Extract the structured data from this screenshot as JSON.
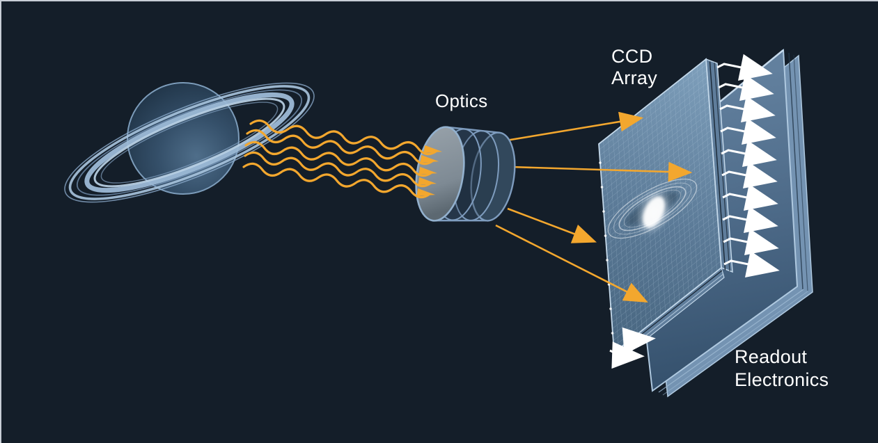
{
  "diagram": {
    "labels": {
      "optics": "Optics",
      "ccd_line1": "CCD",
      "ccd_line2": "Array",
      "readout_line1": "Readout",
      "readout_line2": "Electronics"
    },
    "colors": {
      "background": "#141E29",
      "frame": "#C9CED6",
      "accent_orange": "#F3A72E",
      "arrow_white": "#FFFFFF",
      "panel_blue": "#5F7D9B",
      "panel_face_light": "#7FA0BC",
      "panel_face_dark": "#47657F",
      "ring_blue": "#A9C4DE",
      "planet_blue": "#3A5870",
      "lens_gray": "#98A2AA",
      "text": "#FFFFFF"
    },
    "icons": {
      "light-wave-icon": "wavy orange line with triangular arrowhead",
      "focus-ray-icon": "straight orange arrow",
      "transfer-arrow-icon": "white stepped arrow",
      "saturn-icon": "ringed planet",
      "lens-icon": "cylindrical lens barrel"
    }
  }
}
